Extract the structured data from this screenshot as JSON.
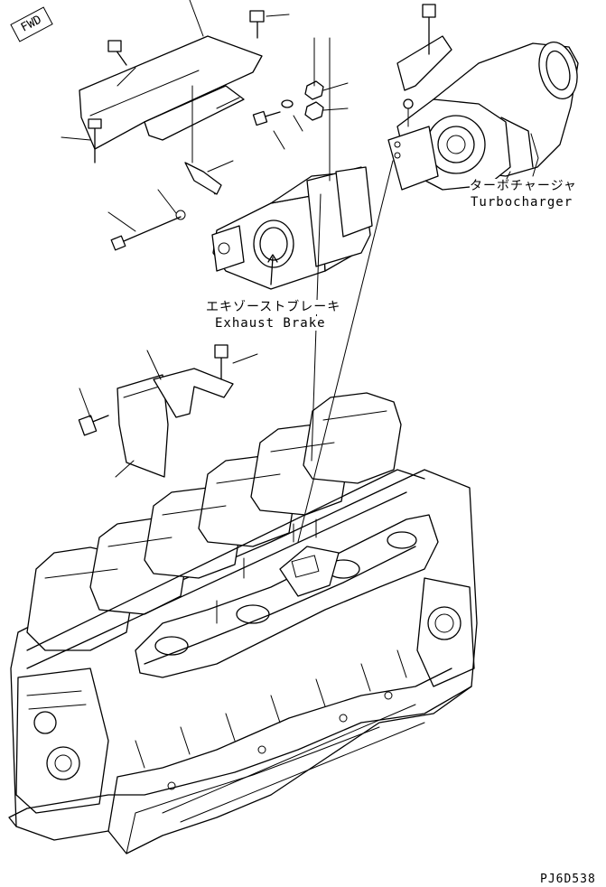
{
  "fwd_label": "FWD",
  "callouts": {
    "turbocharger_jp": "ターボチャージャ",
    "turbocharger_en": "Turbocharger",
    "exhaust_brake_jp": "エキゾーストブレーキ",
    "exhaust_brake_en": "Exhaust Brake"
  },
  "drawing_code": "PJ6D538"
}
